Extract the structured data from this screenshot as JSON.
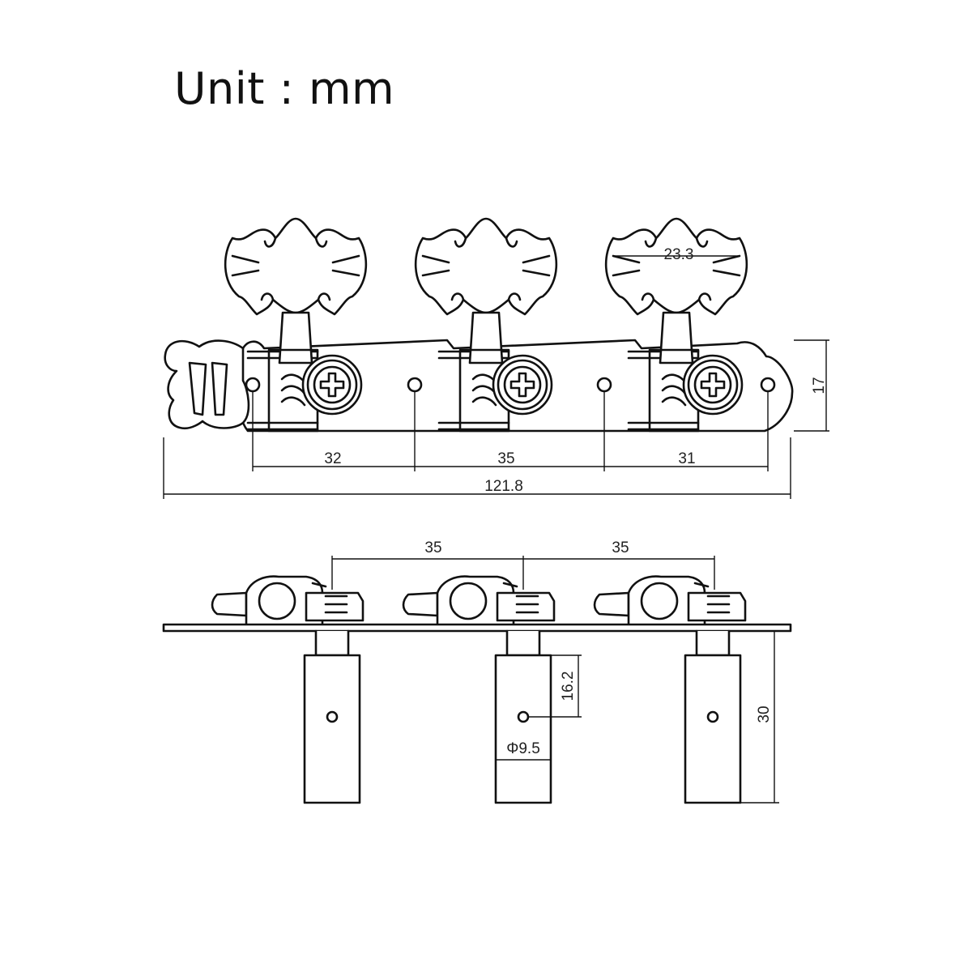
{
  "title": "Unit : mm",
  "top_view": {
    "button_width": "23.3",
    "plate_height": "17",
    "spacing_1": "32",
    "spacing_2": "35",
    "spacing_3": "31",
    "overall_length": "121.8"
  },
  "side_view": {
    "spacing_1": "35",
    "spacing_2": "35",
    "hole_height": "16.2",
    "roller_diameter": "Φ9.5",
    "roller_length": "30"
  },
  "colors": {
    "line": "#111111",
    "background": "#ffffff"
  }
}
